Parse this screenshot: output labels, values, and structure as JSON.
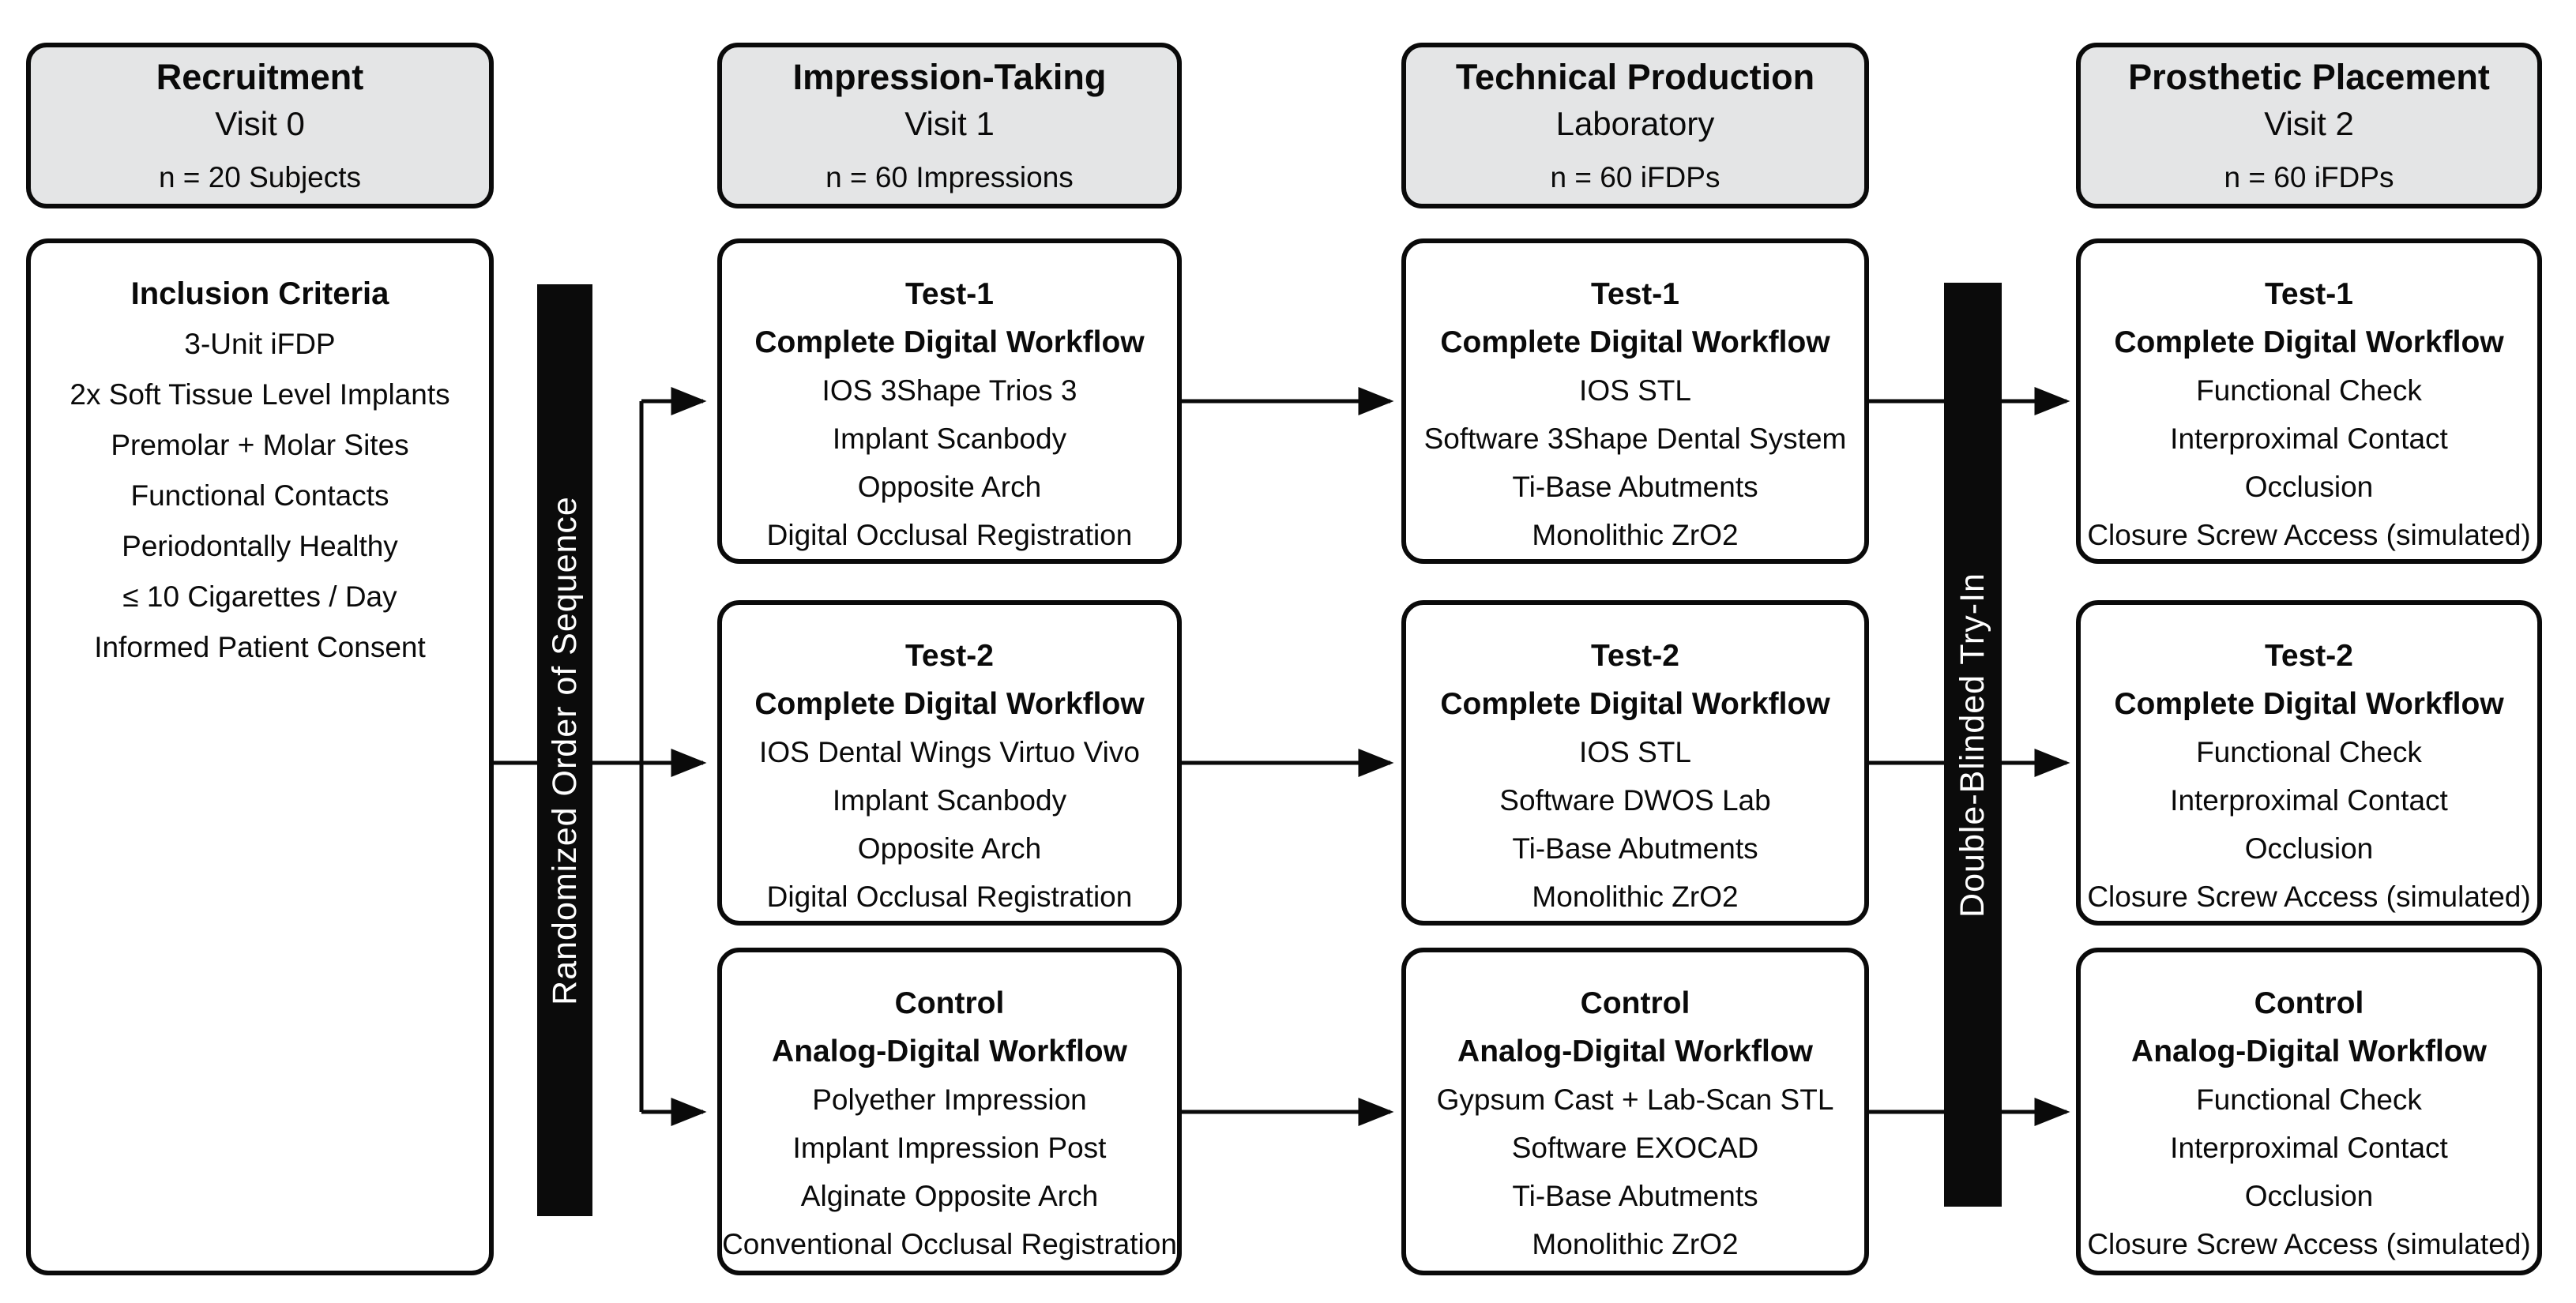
{
  "colors": {
    "header_fill": "#e4e5e6",
    "box_fill": "#ffffff",
    "line": "#0a0a0a",
    "bar_fill": "#0b0b0b",
    "bar_text": "#ffffff"
  },
  "bars": {
    "randomized": "Randomized Order of Sequence",
    "double_blinded": "Double-Blinded Try-In"
  },
  "columns": [
    {
      "header": {
        "title": "Recruitment",
        "subtitle": "Visit 0",
        "count": "n = 20 Subjects"
      },
      "box": {
        "title": "Inclusion Criteria",
        "items": [
          "3-Unit iFDP",
          "2x Soft Tissue Level Implants",
          "Premolar + Molar Sites",
          "Functional Contacts",
          "Periodontally Healthy",
          "≤ 10 Cigarettes / Day",
          "Informed Patient Consent"
        ]
      }
    },
    {
      "header": {
        "title": "Impression-Taking",
        "subtitle": "Visit 1",
        "count": "n = 60 Impressions"
      },
      "boxes": [
        {
          "title": "Test-1",
          "subtitle": "Complete Digital Workflow",
          "items": [
            "IOS 3Shape Trios 3",
            "Implant Scanbody",
            "Opposite Arch",
            "Digital Occlusal Registration"
          ]
        },
        {
          "title": "Test-2",
          "subtitle": "Complete Digital Workflow",
          "items": [
            "IOS Dental Wings Virtuo Vivo",
            "Implant Scanbody",
            "Opposite Arch",
            "Digital Occlusal Registration"
          ]
        },
        {
          "title": "Control",
          "subtitle": "Analog-Digital Workflow",
          "items": [
            "Polyether Impression",
            "Implant Impression Post",
            "Alginate Opposite Arch",
            "Conventional Occlusal Registration"
          ]
        }
      ]
    },
    {
      "header": {
        "title": "Technical Production",
        "subtitle": "Laboratory",
        "count": "n = 60 iFDPs"
      },
      "boxes": [
        {
          "title": "Test-1",
          "subtitle": "Complete Digital Workflow",
          "items": [
            "IOS STL",
            "Software 3Shape Dental System",
            "Ti-Base Abutments",
            "Monolithic ZrO2"
          ]
        },
        {
          "title": "Test-2",
          "subtitle": "Complete Digital Workflow",
          "items": [
            "IOS STL",
            "Software DWOS Lab",
            "Ti-Base Abutments",
            "Monolithic ZrO2"
          ]
        },
        {
          "title": "Control",
          "subtitle": "Analog-Digital Workflow",
          "items": [
            "Gypsum Cast + Lab-Scan STL",
            "Software EXOCAD",
            "Ti-Base Abutments",
            "Monolithic ZrO2"
          ]
        }
      ]
    },
    {
      "header": {
        "title": "Prosthetic Placement",
        "subtitle": "Visit 2",
        "count": "n = 60 iFDPs"
      },
      "boxes": [
        {
          "title": "Test-1",
          "subtitle": "Complete Digital Workflow",
          "items": [
            "Functional Check",
            "Interproximal Contact",
            "Occlusion",
            "Closure Screw Access (simulated)"
          ]
        },
        {
          "title": "Test-2",
          "subtitle": "Complete Digital Workflow",
          "items": [
            "Functional Check",
            "Interproximal Contact",
            "Occlusion",
            "Closure Screw Access (simulated)"
          ]
        },
        {
          "title": "Control",
          "subtitle": "Analog-Digital Workflow",
          "items": [
            "Functional Check",
            "Interproximal Contact",
            "Occlusion",
            "Closure Screw Access (simulated)"
          ]
        }
      ]
    }
  ]
}
